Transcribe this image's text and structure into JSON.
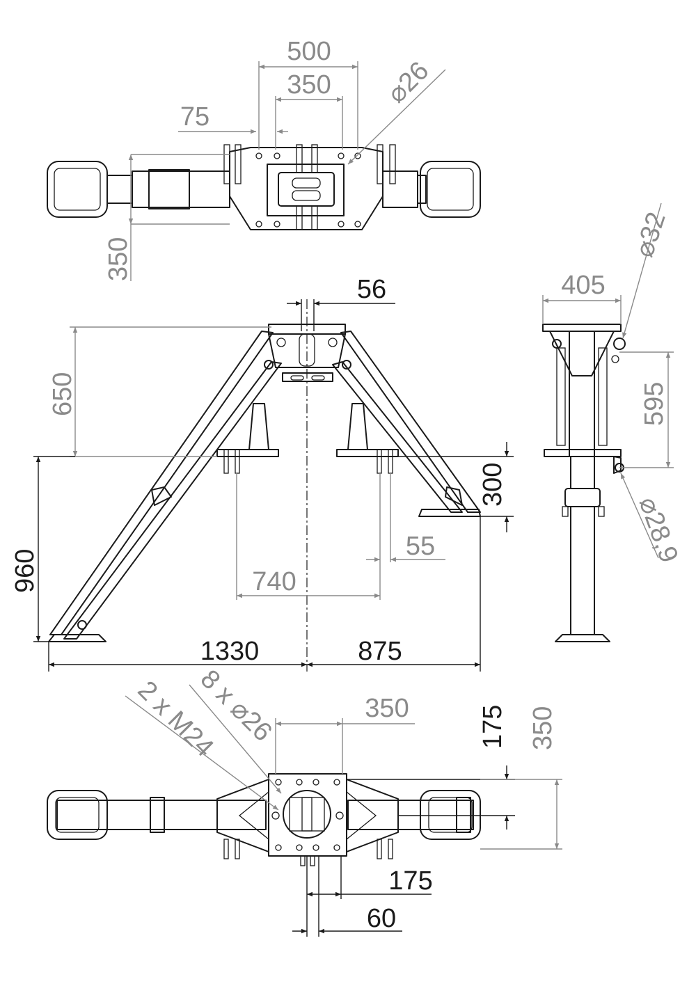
{
  "colors": {
    "dimension_grey": "#8a8a8a",
    "dimension_dark": "#1a1a1a",
    "part_line": "#1a1a1a",
    "background": "#ffffff"
  },
  "top_view": {
    "d_500": "500",
    "d_350": "350",
    "d_75": "75",
    "d_hole": "⌀26",
    "d_350_side": "350"
  },
  "front_view": {
    "d_56": "56",
    "d_650": "650",
    "d_960": "960",
    "d_300": "300",
    "d_55": "55",
    "d_740": "740",
    "d_1330": "1330",
    "d_875": "875"
  },
  "side_view": {
    "d_405": "405",
    "d_hole_32": "⌀32",
    "d_595": "595",
    "d_hole_289": "⌀28,9"
  },
  "bottom_view": {
    "d_350_top": "350",
    "d_175_right": "175",
    "d_350_right": "350",
    "d_175_below": "175",
    "d_60": "60",
    "label_bolts": "2 x M24",
    "label_holes": "8 x ⌀26"
  }
}
